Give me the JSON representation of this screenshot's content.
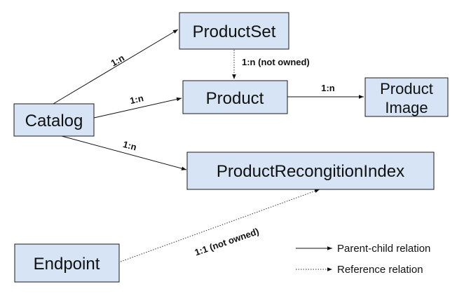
{
  "nodes": {
    "catalog": "Catalog",
    "productset": "ProductSet",
    "product": "Product",
    "product_image_line1": "Product",
    "product_image_line2": "Image",
    "index": "ProductRecongitionIndex",
    "endpoint": "Endpoint"
  },
  "edges": {
    "catalog_productset": "1:n",
    "catalog_product": "1:n",
    "catalog_index": "1:n",
    "productset_product": "1:n (not owned)",
    "product_image": "1:n",
    "endpoint_index": "1:1 (not owned)"
  },
  "legend": {
    "solid": "Parent-child relation",
    "dotted": "Reference relation"
  },
  "colors": {
    "box_fill": "#d6e4f5",
    "line": "#111111"
  }
}
